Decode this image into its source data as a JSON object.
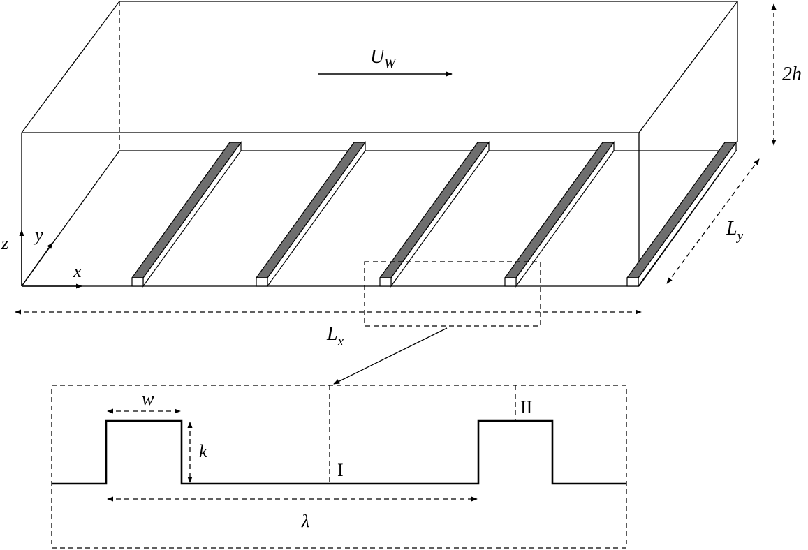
{
  "labels": {
    "flow_velocity": "U",
    "flow_velocity_sub": "W",
    "channel_height": "2h",
    "span_length": "L",
    "span_length_sub": "y",
    "stream_length": "L",
    "stream_length_sub": "x",
    "axis_x": "x",
    "axis_y": "y",
    "axis_z": "z",
    "rib_width": "w",
    "rib_height": "k",
    "pitch": "λ",
    "location_1": "I",
    "location_2": "II"
  },
  "colors": {
    "stroke": "#000000",
    "rib_top": "#6e6e6e",
    "rib_side": "#ffffff",
    "background": "#ffffff"
  },
  "rib_count": 5
}
